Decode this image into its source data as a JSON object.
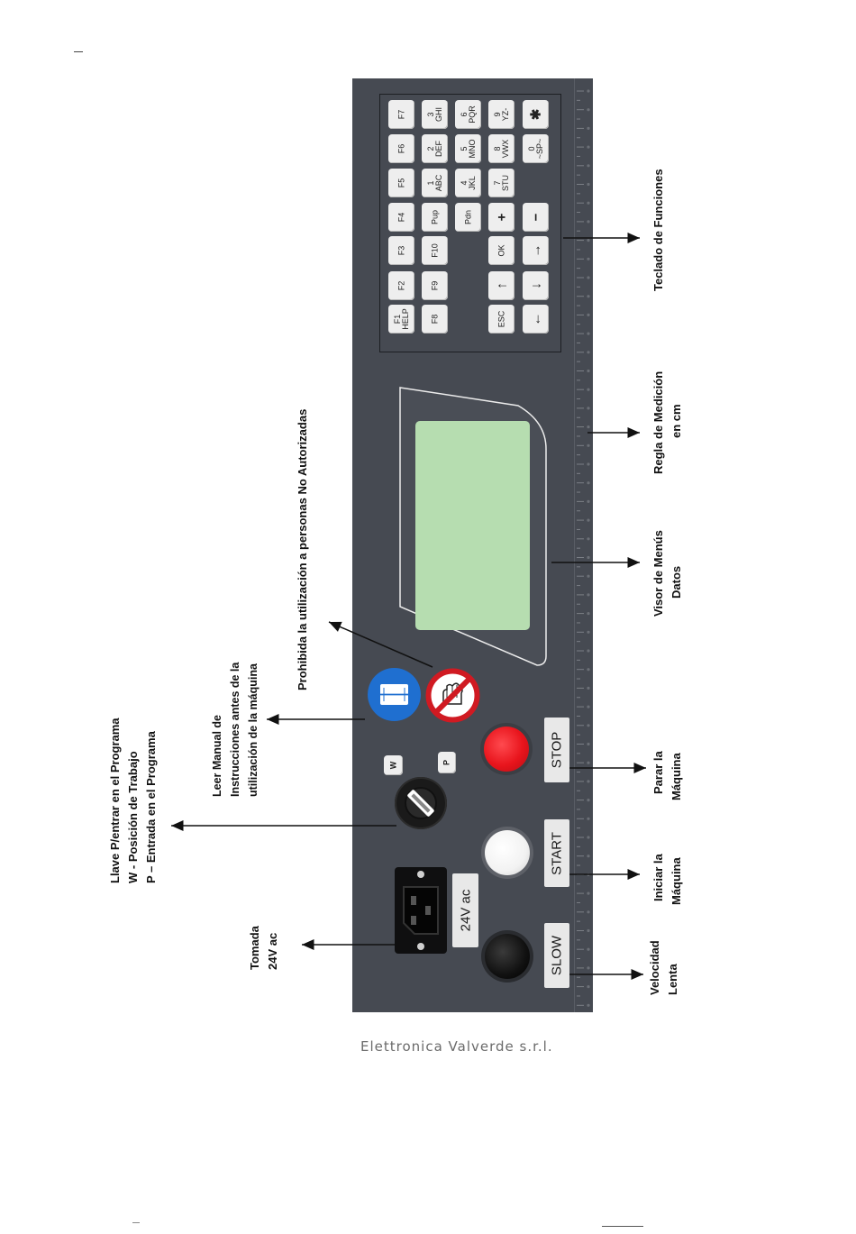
{
  "labels": {
    "llave": [
      "Llave P/entrar en el Programa",
      "W - Posición de Trabajo",
      "P – Entrada en el Programa"
    ],
    "tomada": [
      "Tomada",
      "24V ac"
    ],
    "leer_manual": [
      "Leer Manual de",
      "Instrucciones antes de la",
      "utilización de la máquina"
    ],
    "prohibida": "Prohibida la utilización a personas No Autorizadas",
    "teclado": "Teclado de Funciones",
    "regla": [
      "Regla de Medición",
      "en cm"
    ],
    "visor": [
      "Visor de Menús",
      "Datos"
    ],
    "parar": [
      "Parar la",
      "Máquina"
    ],
    "iniciar": [
      "Iniciar la",
      "Máquina"
    ],
    "velocidad": [
      "Velocidad",
      "Lenta"
    ]
  },
  "panel": {
    "buttons": {
      "slow": "SLOW",
      "start": "START",
      "stop": "STOP"
    },
    "socket_label": "24V ac",
    "key_positions": {
      "w": "W",
      "p": "P"
    }
  },
  "keypad": {
    "rows": [
      [
        "F1\nHELP",
        "F2",
        "F3",
        "F4",
        "F5",
        "F6",
        "F7"
      ],
      [
        "F8",
        "F9",
        "F10",
        "Pup",
        "1\nABC",
        "2\nDEF",
        "3\nGHI"
      ],
      [
        "",
        "",
        "",
        "Pdn",
        "4\nJKL",
        "5\nMNO",
        "6\nPQR"
      ],
      [
        "ESC",
        "↑",
        "OK",
        "+",
        "7\nSTU",
        "8\nVWX",
        "9\nYZ-"
      ],
      [
        "←",
        "↓",
        "→",
        "−",
        "",
        "0\n~SP~",
        "✱"
      ]
    ]
  },
  "brand": "Elettronica Valverde s.r.l.",
  "colors": {
    "panel": "#464a52",
    "display": "#b6ddb0",
    "stop_button": "#e8141c",
    "start_button": "#f2f2f2",
    "slow_button": "#111111",
    "info_sign": "#1f6fd0",
    "prohibition_sign": "#d01a22"
  }
}
